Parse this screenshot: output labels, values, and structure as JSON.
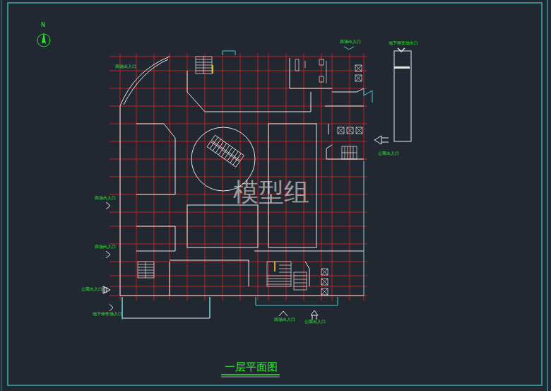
{
  "diagram": {
    "title": "一层平面图",
    "labels": [
      "N",
      "商场出入口",
      "商场出入口",
      "地下停车场出口",
      "公寓出入口",
      "商场出入口",
      "商场出入口",
      "公寓出入口",
      "地下停车场入口",
      "商场出入口",
      "公寓出入口",
      "模型组"
    ]
  }
}
